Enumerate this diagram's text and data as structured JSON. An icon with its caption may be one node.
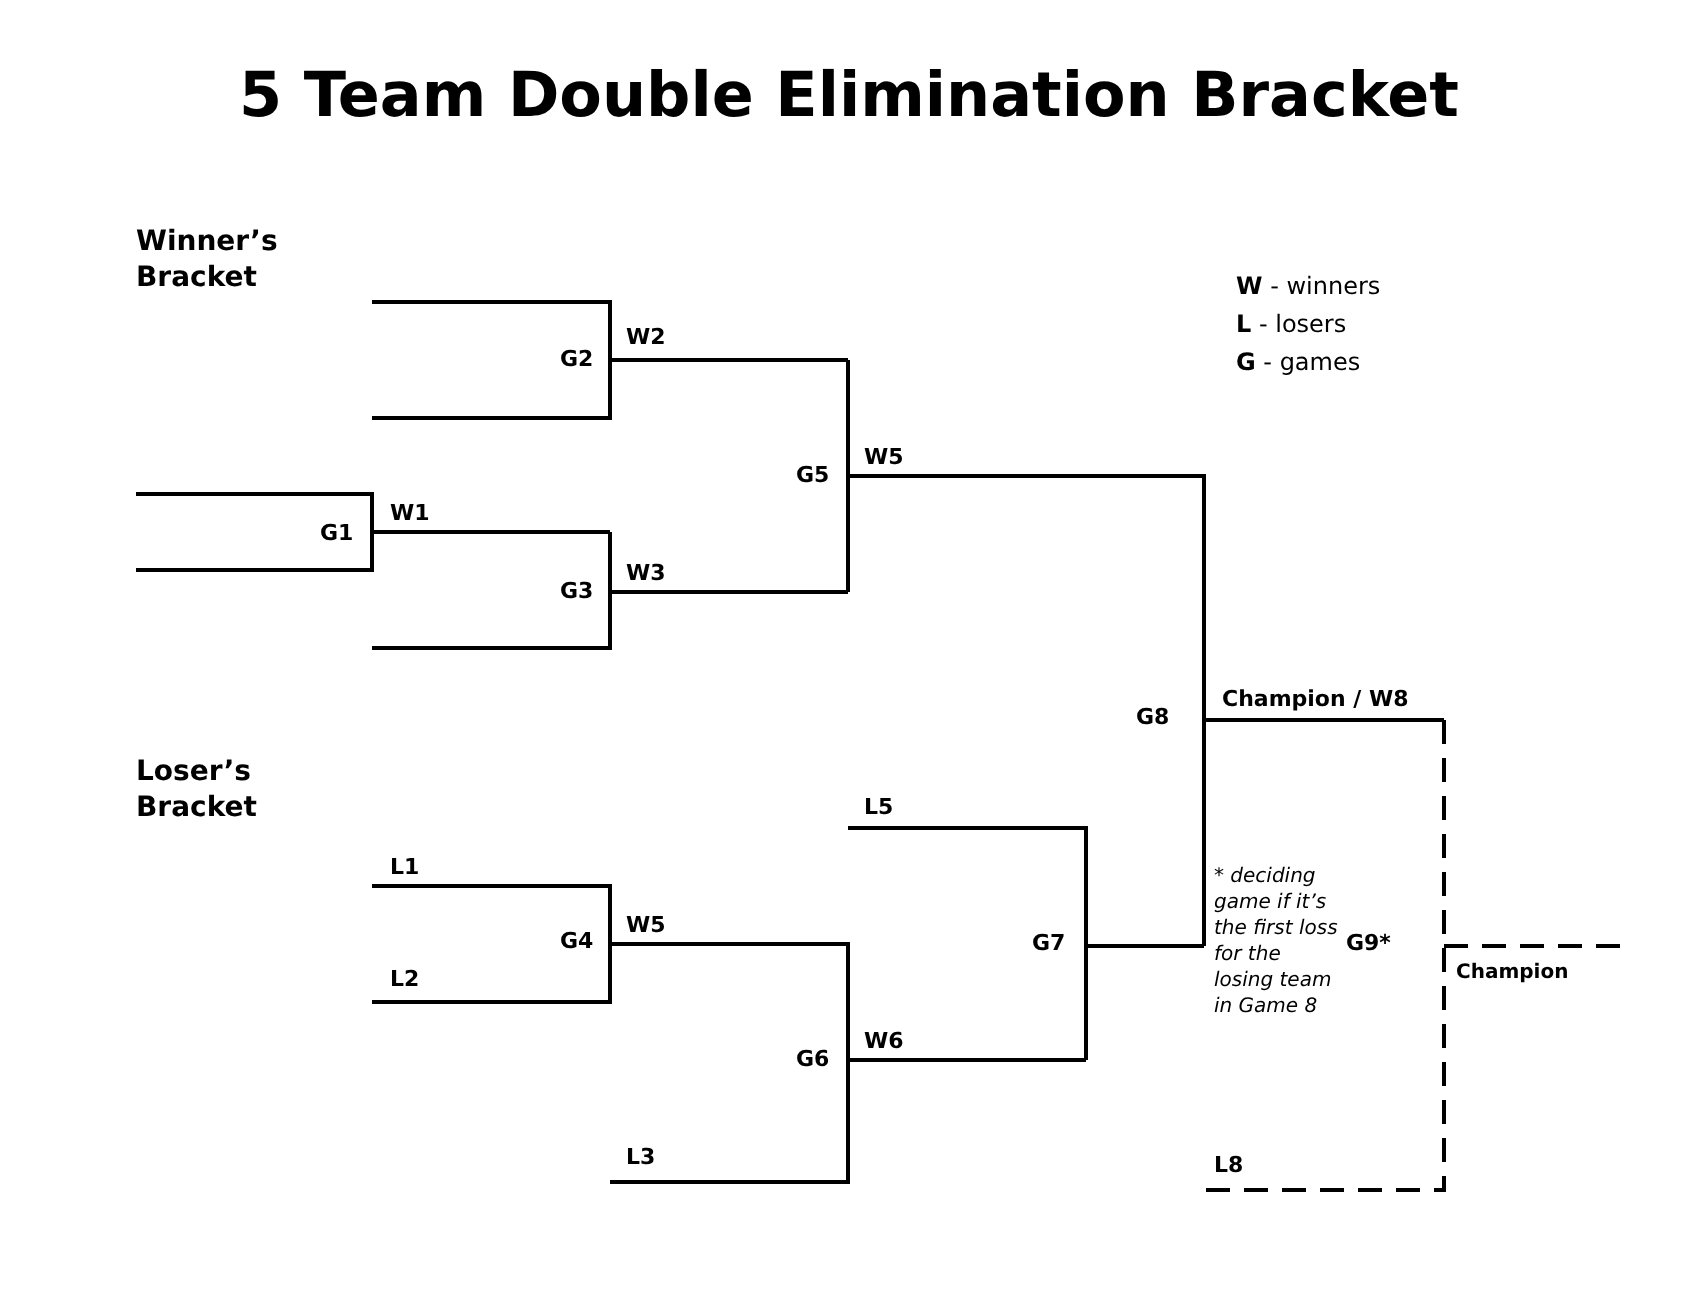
{
  "diagram": {
    "title": "5 Team Double Elimination Bracket",
    "labels": [
      "Winner’s Bracket",
      "**W** -  winners",
      "**L** -  losers",
      "**G** -  games",
      "W2",
      "G2",
      "W5",
      "G5",
      "W1",
      "G1",
      "W3",
      "G3",
      "Champion / W8",
      "G8",
      "Loser’s Bracket",
      "L5",
      "L1",
      "* deciding game if it’s the first loss  for the losing team in Game 8",
      "W5",
      "G4",
      "G7",
      "G9*",
      "L2",
      "Champion",
      "W6",
      "G6",
      "L3",
      "L8"
    ]
  }
}
